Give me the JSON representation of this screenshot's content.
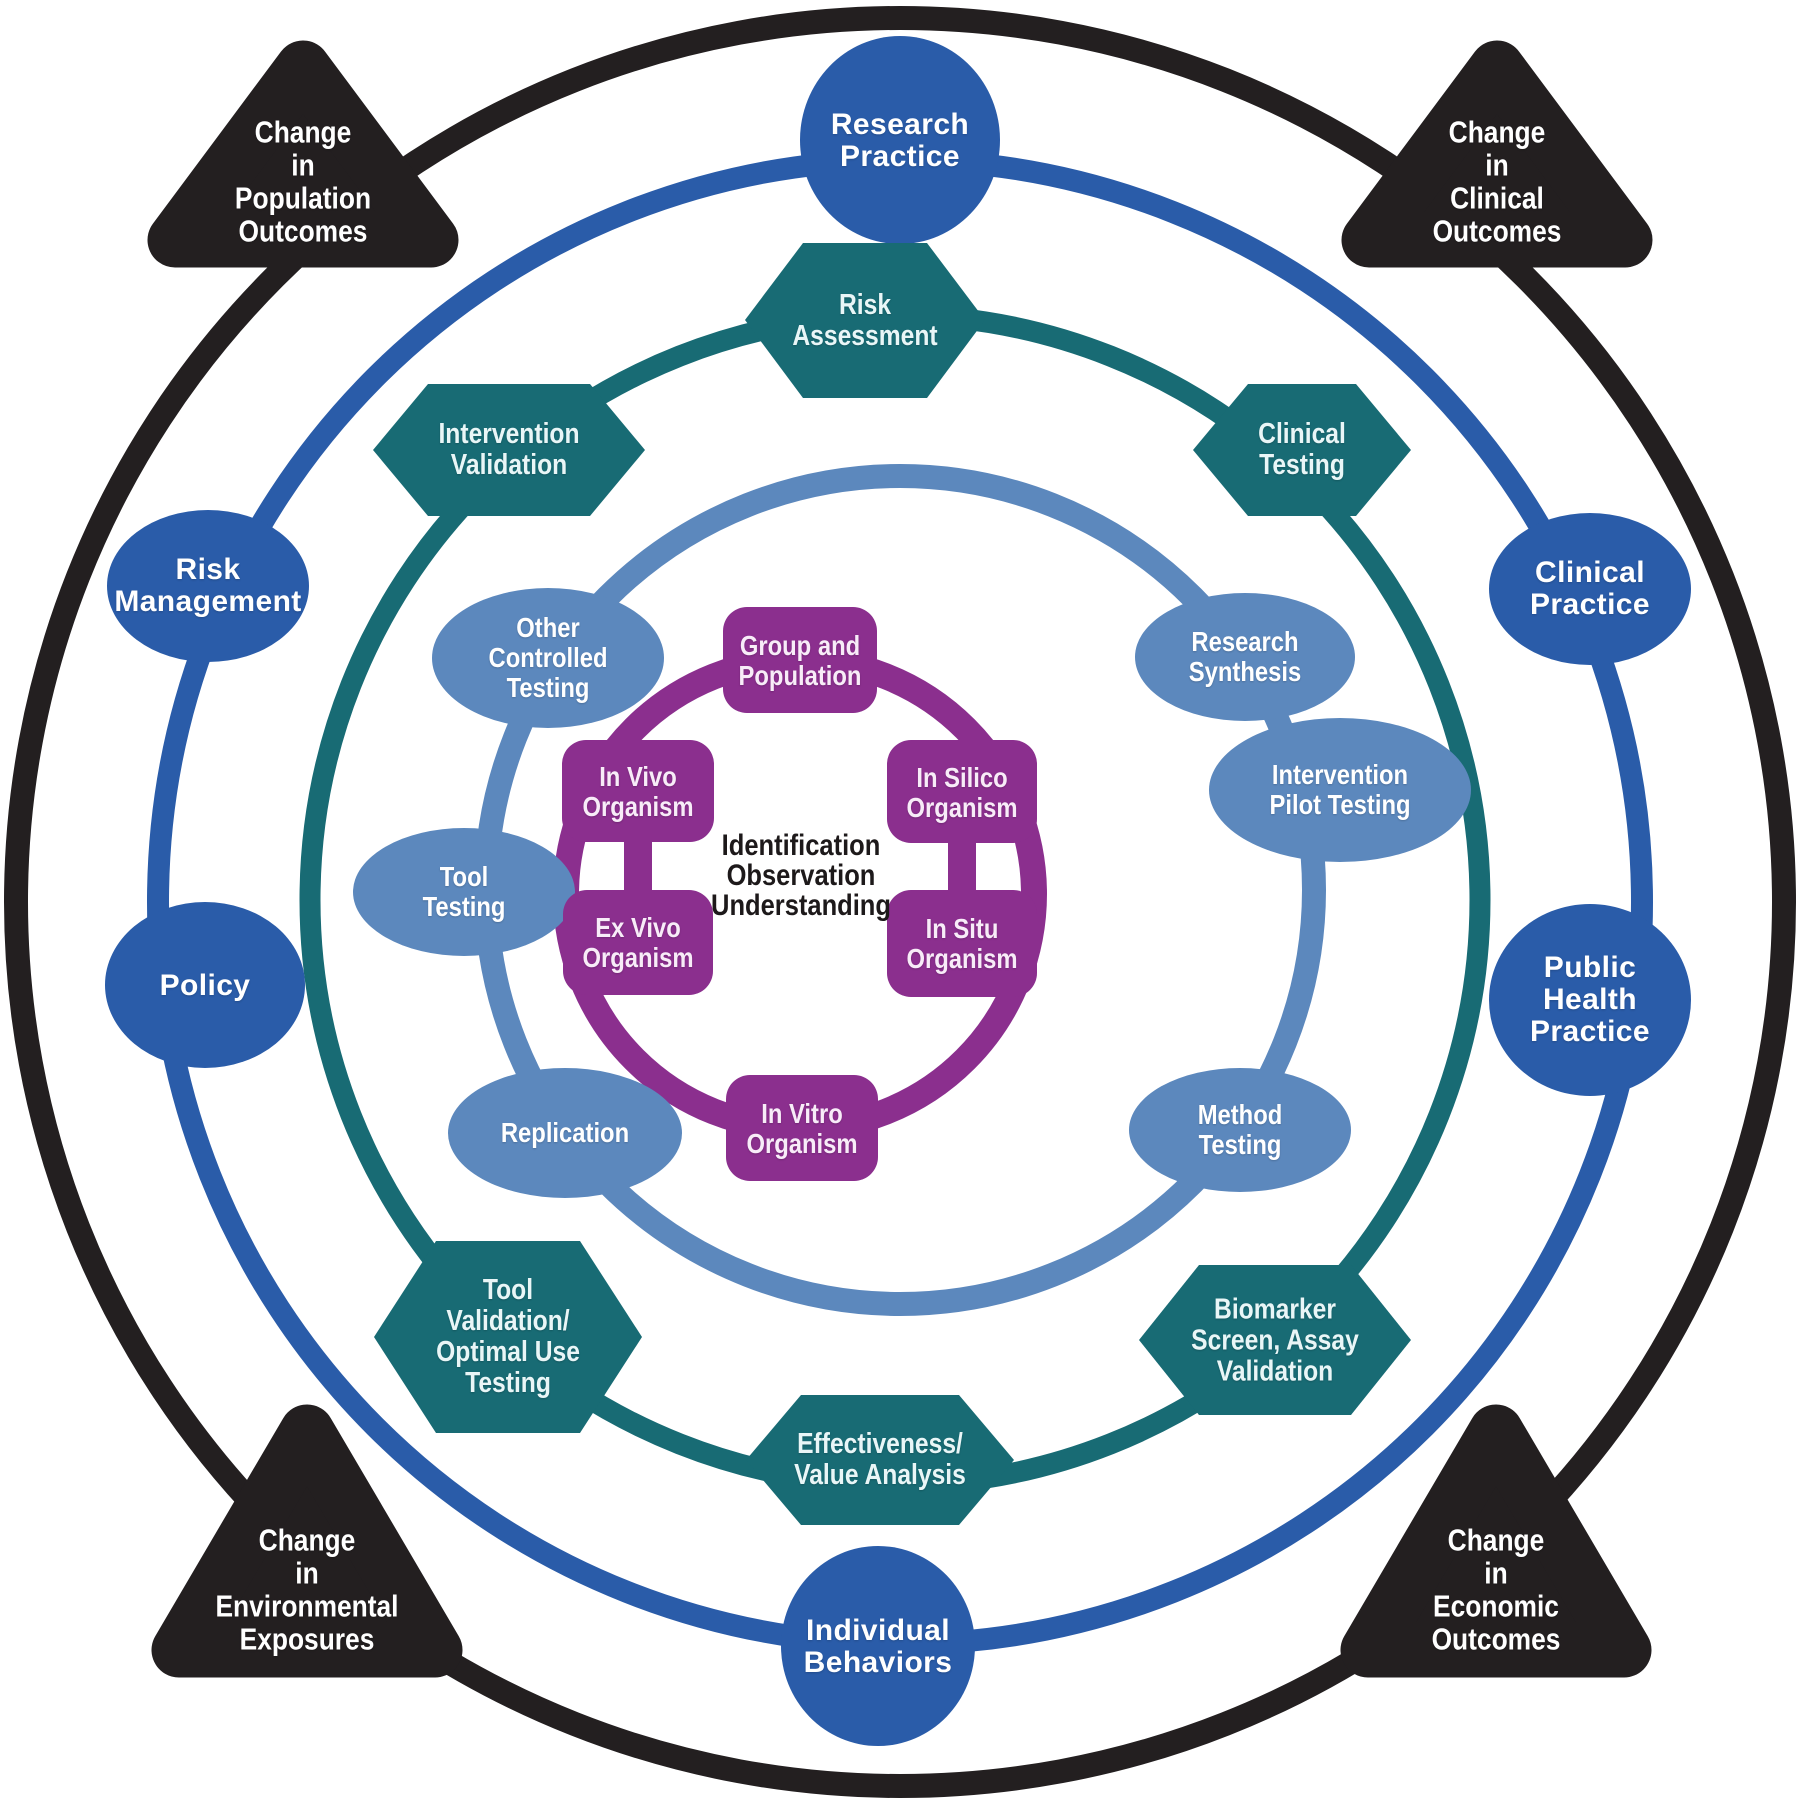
{
  "colors": {
    "outcomes_black": "#231f20",
    "practice_blue": "#2a5ca9",
    "validation_teal": "#186b74",
    "testing_slate_blue": "#5c88bd",
    "organism_purple": "#8b2f8e",
    "background": "#ffffff"
  },
  "center_core": {
    "text": "Identification\nObservation\nUnderstanding"
  },
  "organism_ring": {
    "nodes": [
      {
        "label": "Group and\nPopulation"
      },
      {
        "label": "In Silico\nOrganism"
      },
      {
        "label": "In Situ\nOrganism"
      },
      {
        "label": "In Vitro\nOrganism"
      },
      {
        "label": "Ex Vivo\nOrganism"
      },
      {
        "label": "In Vivo\nOrganism"
      }
    ]
  },
  "testing_ring": {
    "nodes": [
      {
        "label": "Other\nControlled\nTesting"
      },
      {
        "label": "Research\nSynthesis"
      },
      {
        "label": "Intervention\nPilot Testing"
      },
      {
        "label": "Method\nTesting"
      },
      {
        "label": "Replication"
      },
      {
        "label": "Tool\nTesting"
      }
    ]
  },
  "validation_ring": {
    "nodes": [
      {
        "label": "Risk\nAssessment"
      },
      {
        "label": "Clinical\nTesting"
      },
      {
        "label": "Biomarker\nScreen, Assay\nValidation"
      },
      {
        "label": "Effectiveness/\nValue Analysis"
      },
      {
        "label": "Tool\nValidation/\nOptimal Use\nTesting"
      },
      {
        "label": "Intervention\nValidation"
      }
    ]
  },
  "practice_ring": {
    "nodes": [
      {
        "label": "Research\nPractice"
      },
      {
        "label": "Clinical\nPractice"
      },
      {
        "label": "Public\nHealth\nPractice"
      },
      {
        "label": "Individual\nBehaviors"
      },
      {
        "label": "Policy"
      },
      {
        "label": "Risk\nManagement"
      }
    ]
  },
  "outcome_triangles": [
    {
      "label": "Change\nin\nPopulation\nOutcomes"
    },
    {
      "label": "Change\nin\nClinical\nOutcomes"
    },
    {
      "label": "Change\nin\nEconomic\nOutcomes"
    },
    {
      "label": "Change\nin\nEnvironmental\nExposures"
    }
  ]
}
